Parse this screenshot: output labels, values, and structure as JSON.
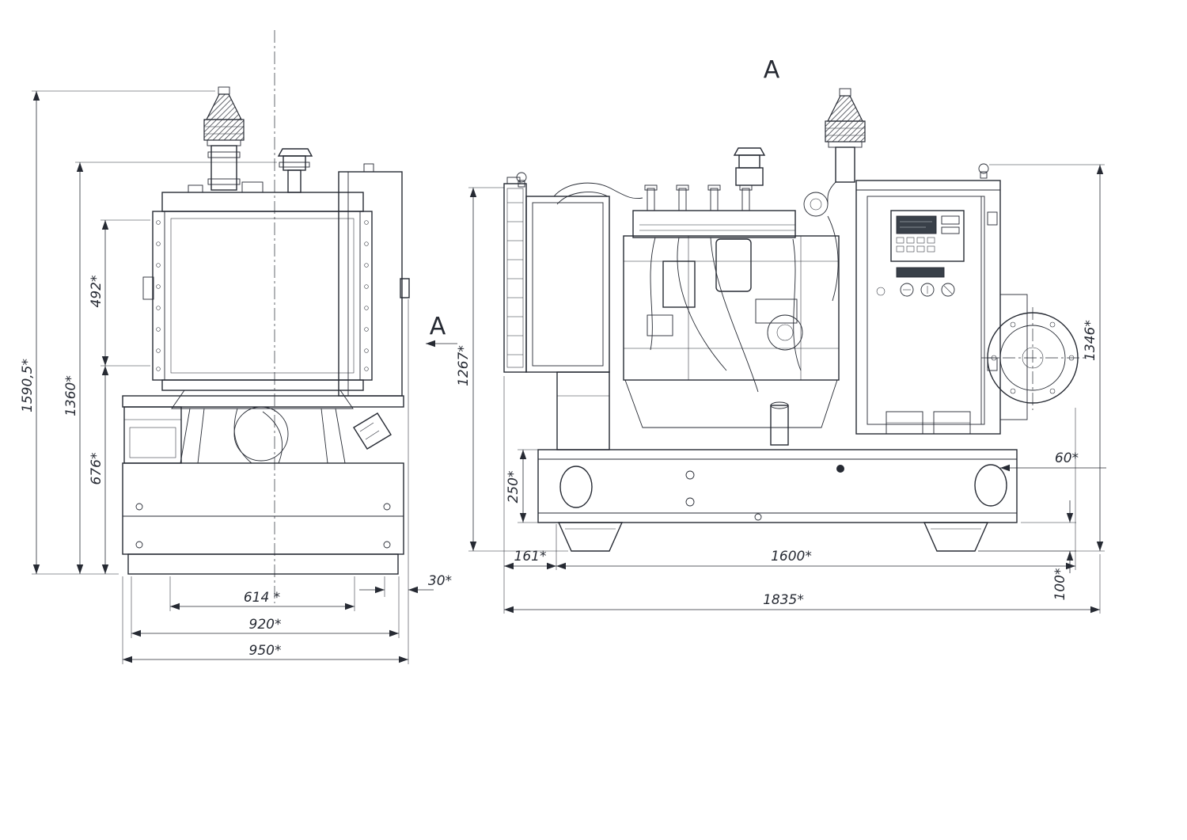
{
  "palette": {
    "line": "#262a33",
    "background": "#ffffff"
  },
  "drawing": {
    "front_view": {
      "section_arrow_label": "A",
      "dims": {
        "total_height": "1590,5*",
        "height_to_filler": "1360*",
        "radiator_core_height": "492*",
        "radiator_to_base": "676*",
        "inner_width": "614 *",
        "skid_width": "920*",
        "overall_width": "950*",
        "side_offset": "30*"
      }
    },
    "side_view": {
      "section_label": "A",
      "dims": {
        "radiator_height": "1267*",
        "canopy_height": "1346*",
        "frame_height": "250*",
        "front_overhang": "161*",
        "frame_length": "1600*",
        "overall_length": "1835*",
        "foot_height": "100*",
        "hole_offset": "60*"
      }
    }
  }
}
